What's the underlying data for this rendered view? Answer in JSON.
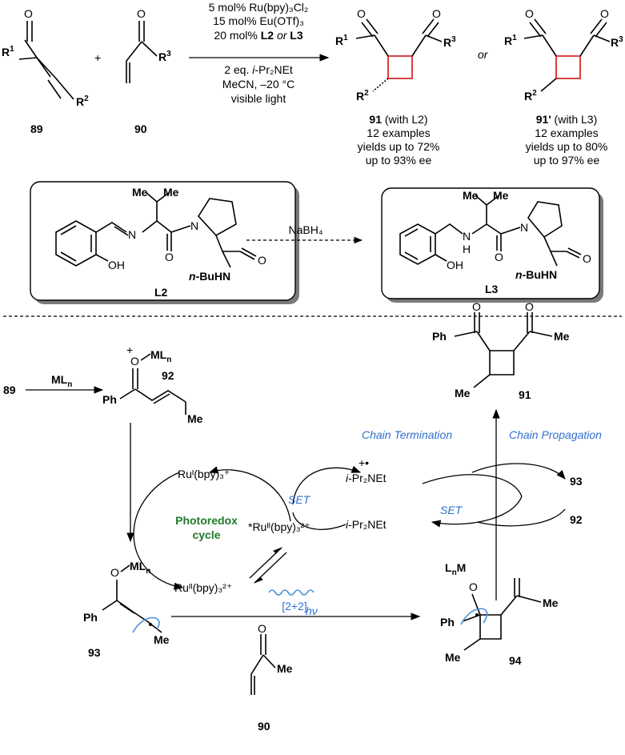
{
  "top_reaction": {
    "reactant_1": {
      "number": "89",
      "r1": "R",
      "r1_sup": "1",
      "r2": "R",
      "r2_sup": "2",
      "carbonyl_o": "O"
    },
    "reactant_2": {
      "number": "90",
      "r3": "R",
      "r3_sup": "3",
      "carbonyl_o": "O"
    },
    "plus": "+",
    "conditions": {
      "line1": "5 mol% Ru(bpy)₃Cl₂",
      "line2": "15 mol% Eu(OTf)₃",
      "line3_pre": "20 mol% ",
      "line3_l2": "L2",
      "line3_or": " or ",
      "line3_l3": "L3",
      "line4_pre": "2 eq. ",
      "line4_ital": "i",
      "line4_post": "-Pr₂NEt",
      "line5": "MeCN, –20 °C",
      "line6": "visible light"
    },
    "or_text": "or",
    "product_91": {
      "number": "91",
      "with": " (with L2)",
      "examples": "12 examples",
      "yields": "yields up to 72%",
      "ee": "up to 93% ee"
    },
    "product_91p": {
      "number": "91'",
      "with": " (with L3)",
      "examples": "12 examples",
      "yields": "yields up to 80%",
      "ee": "up to 97% ee"
    }
  },
  "ligands": {
    "l2": {
      "label": "L2",
      "me1": "Me",
      "me2": "Me",
      "n_imine": "N",
      "n_ring": "N",
      "oh": "OH",
      "o_amide": "O",
      "o_amide2": "O",
      "bu_n": "n",
      "bu_rest": "-BuHN"
    },
    "l3": {
      "label": "L3",
      "me1": "Me",
      "me2": "Me",
      "nh": "N",
      "h": "H",
      "n_ring": "N",
      "oh": "OH",
      "o_amide": "O",
      "o_amide2": "O",
      "bu_n": "n",
      "bu_rest": "-BuHN"
    },
    "reduction": "NaBH₄"
  },
  "mechanism": {
    "start": "89",
    "mln": "ML",
    "mln_sub": "n",
    "int92": {
      "number": "92",
      "plus": "+",
      "o": "O",
      "mln": "ML",
      "mln_sub": "n",
      "ph": "Ph",
      "me": "Me"
    },
    "int93": {
      "number": "93",
      "o": "O",
      "mln": "ML",
      "mln_sub": "n",
      "ph": "Ph",
      "me": "Me"
    },
    "int94": {
      "number": "94",
      "lnm": "L",
      "lnm_sub": "n",
      "lnm_m": "M",
      "o": "O",
      "ph": "Ph",
      "me": "Me",
      "me2": "Me"
    },
    "product91": {
      "number": "91",
      "ph": "Ph",
      "me": "Me",
      "me2": "Me",
      "o1": "O",
      "o2": "O"
    },
    "reagent90": {
      "number": "90",
      "o": "O",
      "me": "Me"
    },
    "cycloaddition": "[2+2]",
    "ru_i": "Ruᴵ(bpy)₃⁺",
    "ru_ii": "Ruᴵᴵ(bpy)₃²⁺",
    "ru_ii_star": "*Ruᴵᴵ(bpy)₃²⁺",
    "hv": "hν",
    "photoredox_1": "Photoredox",
    "photoredox_2": "cycle",
    "set_left": "SET",
    "set_right": "SET",
    "amine_radical": "i-Pr₂NEt",
    "amine_radical_charge": "+•",
    "amine": "i-Pr₂NEt",
    "chain_termination": "Chain Termination",
    "chain_propagation": "Chain Propagation",
    "out93": "93",
    "in92": "92"
  },
  "colors": {
    "blue_text": "#2f6fd0",
    "green_text": "#1f7a2a",
    "cyclobutane": "#d62828",
    "orbital": "#4a90d9"
  }
}
